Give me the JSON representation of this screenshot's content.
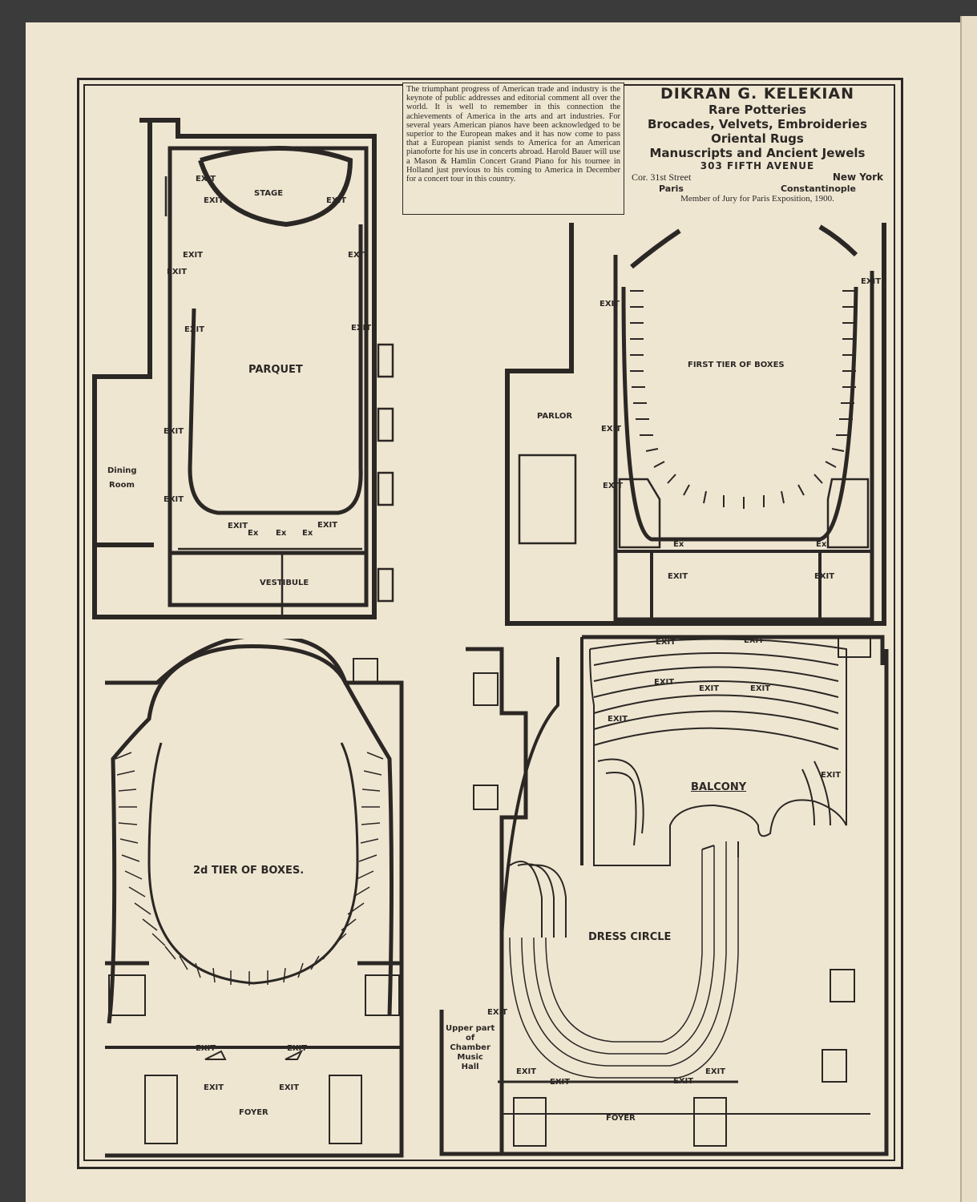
{
  "notice": {
    "text": "The triumphant progress of American trade and industry is the keynote of public addresses and editorial comment all over the world. It is well to remember in this connection the achievements of America in the arts and art industries. For several years American pianos have been acknowledged to be superior to the European makes and it has now come to pass that a European pianist sends to America for an American pianoforte for his use in concerts abroad. Harold Bauer will use a Mason & Hamlin Concert Grand Piano for his tournee in Holland just previous to his coming to America in December for a concert tour in this country."
  },
  "advertisement": {
    "name": "DIKRAN G. KELEKIAN",
    "lines": [
      "Rare Potteries",
      "Brocades, Velvets, Embroideries",
      "Oriental Rugs",
      "Manuscripts and Ancient Jewels"
    ],
    "address": "303 FIFTH AVENUE",
    "corner": "Cor. 31st Street",
    "city": "New York",
    "branch1": "Paris",
    "branch2": "Constantinople",
    "jury": "Member of Jury for Paris Exposition, 1900."
  },
  "plans": {
    "parquet": {
      "stage": "STAGE",
      "hall": "PARQUET",
      "vestibule": "VESTIBULE",
      "dining": "Dining",
      "dining2": "Room",
      "exit": "EXIT",
      "ex": "Ex"
    },
    "first_tier": {
      "title": "FIRST TIER OF BOXES",
      "parlor": "PARLOR",
      "exit": "EXIT",
      "ex": "Ex"
    },
    "second_tier": {
      "title": "2d TIER OF BOXES.",
      "foyer": "FOYER",
      "exit": "EXIT"
    },
    "dress_circle": {
      "balcony": "BALCONY",
      "title": "DRESS CIRCLE",
      "foyer": "FOYER",
      "exit": "EXIT",
      "chamber": [
        "Upper part",
        "of",
        "Chamber",
        "Music",
        "Hall"
      ]
    }
  }
}
